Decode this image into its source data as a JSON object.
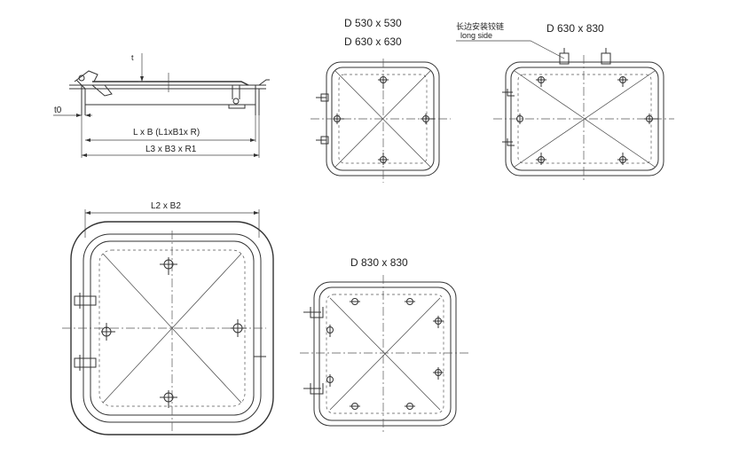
{
  "labels": {
    "d530": "D 530 x 530",
    "d630x630": "D 630 x 630",
    "d630x830": "D 630 x 830",
    "d830": "D 830 x 830",
    "hinge_cn": "长边安装铰链",
    "hinge_en": "long side",
    "t0": "t0",
    "t": "t",
    "lxb": "L x B (L1xB1x R)",
    "l3b3": "L3 x B3 x R1",
    "l2b2": "L2 x B2"
  }
}
